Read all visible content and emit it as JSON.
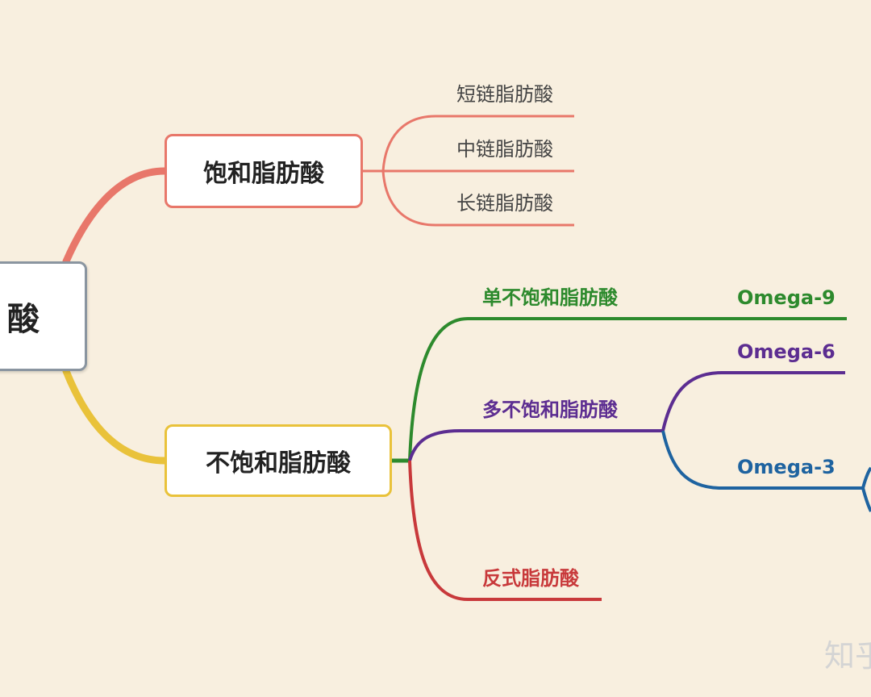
{
  "root": {
    "label": "酸"
  },
  "saturated": {
    "label": "饱和脂肪酸",
    "children": [
      "短链脂肪酸",
      "中链脂肪酸",
      "长链脂肪酸"
    ],
    "color": "#e8776a"
  },
  "unsaturated": {
    "label": "不饱和脂肪酸",
    "color": "#e9c23a",
    "mono": {
      "label": "单不饱和脂肪酸",
      "color": "#2d8a2d",
      "child": "Omega-9"
    },
    "poly": {
      "label": "多不饱和脂肪酸",
      "color": "#5c2d91",
      "omega6": "Omega-6",
      "omega3": "Omega-3",
      "omega3_color": "#1e63a0"
    },
    "trans": {
      "label": "反式脂肪酸",
      "color": "#c8393b"
    }
  },
  "watermark": "知乎"
}
